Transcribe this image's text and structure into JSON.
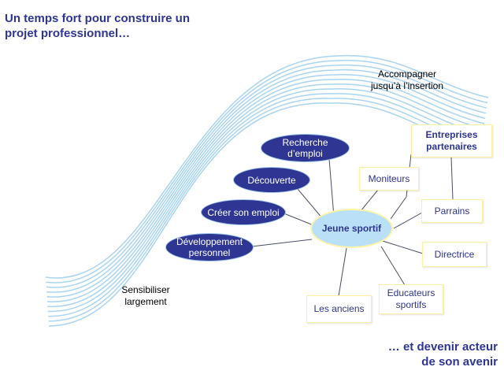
{
  "title": {
    "line1": "Un temps fort pour construire un",
    "line2": "projet professionnel…"
  },
  "conclusion": {
    "line1": "… et devenir acteur",
    "line2": "de son avenir"
  },
  "flow": {
    "start": {
      "line1": "Sensibiliser",
      "line2": "largement"
    },
    "end": {
      "line1": "Accompagner",
      "line2": "jusqu’à l’insertion"
    }
  },
  "stages": {
    "recherche": {
      "line1": "Recherche",
      "line2": "d’emploi"
    },
    "decouverte": {
      "label": "Découverte"
    },
    "creer": {
      "label": "Créer son emploi"
    },
    "developpement": {
      "line1": "Développement",
      "line2": "personnel"
    }
  },
  "hub": {
    "label": "Jeune sportif"
  },
  "actors": {
    "entreprises": {
      "line1": "Entreprises",
      "line2": "partenaires"
    },
    "moniteurs": {
      "label": "Moniteurs"
    },
    "parrains": {
      "label": "Parrains"
    },
    "directrice": {
      "label": "Directrice"
    },
    "educateurs": {
      "line1": "Educateurs",
      "line2": "sportifs"
    },
    "anciens": {
      "label": "Les anciens"
    }
  },
  "colors": {
    "heading": "#2e3592",
    "stage_fill": "#2e3592",
    "flow_lines": "#a9d4f2",
    "hub_fill": "#b9e0f6",
    "box_border": "#fff0a0",
    "connector": "#4a4f66"
  }
}
